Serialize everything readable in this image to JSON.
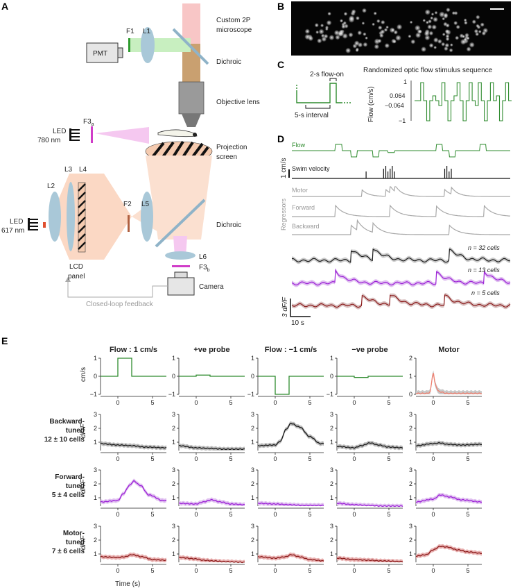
{
  "panel_labels": {
    "a": "A",
    "b": "B",
    "c": "C",
    "d": "D",
    "e": "E"
  },
  "panel_a": {
    "microscope": "Custom 2P microscope",
    "f1": "F1",
    "l1": "L1",
    "pmt": "PMT",
    "dichroic_top": "Dichroic",
    "objective": "Objective lens",
    "f3a_main": "F3",
    "f3a_sub": "a",
    "led780_1": "LED",
    "led780_2": "780 nm",
    "projection_1": "Projection",
    "projection_2": "screen",
    "l2": "L2",
    "l3": "L3",
    "l4": "L4",
    "f2": "F2",
    "l5": "L5",
    "dichroic_bottom": "Dichroic",
    "led617_1": "LED",
    "led617_2": "617 nm",
    "lcd_1": "LCD",
    "lcd_2": "panel",
    "l6": "L6",
    "f3b_main": "F3",
    "f3b_sub": "b",
    "camera": "Camera",
    "feedback": "Closed-loop feedback"
  },
  "panel_c": {
    "flow_on": "2-s flow-on",
    "interval": "5-s interval",
    "seq_title": "Randomized optic flow stimulus sequence",
    "ylabel": "Flow (cm/s)",
    "ticks": [
      "1",
      "0.064",
      "−0.064",
      "−1"
    ]
  },
  "panel_d": {
    "flow": "Flow",
    "scale_velocity": "1 cm/s",
    "swim": "Swim velocity",
    "motor": "Motor",
    "forward": "Forward",
    "backward": "Backward",
    "regressors": "Regressors",
    "n1": "n = 32 cells",
    "n2": "n = 13 cells",
    "n3": "n = 5 cells",
    "scale_dff": "3 dF/F",
    "scale_time": "10 s"
  },
  "panel_e": {
    "columns": [
      "Flow : 1 cm/s",
      "+ve probe",
      "Flow : −1 cm/s",
      "−ve probe",
      "Motor"
    ],
    "rows": [
      {
        "line1": "Backward-",
        "line2": "tuned",
        "line3": "12 ± 10 cells"
      },
      {
        "line1": "Forward-",
        "line2": "tuned",
        "line3": "5 ± 4 cells"
      },
      {
        "line1": "Motor-",
        "line2": "tuned",
        "line3": "7 ± 6 cells"
      }
    ],
    "stim_ylabel": "cm/s",
    "resp_ylabel": "dF/F",
    "xlabel": "Time (s)",
    "x_ticks": [
      "0",
      "5"
    ],
    "stim_yticks": [
      "1",
      "0",
      "−1"
    ],
    "motor_yticks": [
      "2",
      "1",
      "0"
    ],
    "resp_yticks": [
      "3",
      "2",
      "1"
    ]
  },
  "colors": {
    "flow_green": "#2e8b2e",
    "backward_black": "#1a1a1a",
    "forward_purple": "#9b1fd6",
    "motor_red": "#8b1a1a",
    "regressor_gray": "#a8a8a8",
    "motor_pink": "#f08070"
  },
  "chart_data": [
    {
      "type": "line",
      "panel": "C",
      "title": "Randomized optic flow stimulus sequence",
      "ylabel": "Flow (cm/s)",
      "y_ticks": [
        1,
        0.064,
        -0.064,
        -1
      ],
      "values": [
        0,
        0,
        1,
        0,
        -1,
        0,
        0.064,
        0,
        -0.064,
        1,
        0,
        -1,
        0,
        0.064,
        1,
        0,
        -1,
        0,
        1,
        0,
        -0.064,
        1,
        0,
        -1,
        0,
        1,
        0,
        0.064,
        -1,
        0,
        1,
        0
      ]
    },
    {
      "type": "line",
      "panel": "E",
      "xlabel": "Time (s)",
      "xlim": [
        -2.5,
        7
      ],
      "series": [
        {
          "row": "stimulus",
          "column": "Flow : 1 cm/s",
          "x": [
            -2.5,
            0,
            0,
            2,
            2,
            7
          ],
          "y": [
            0,
            0,
            1,
            1,
            0,
            0
          ]
        },
        {
          "row": "stimulus",
          "column": "+ve probe",
          "x": [
            -2.5,
            0,
            0,
            2,
            2,
            7
          ],
          "y": [
            0,
            0,
            0.064,
            0.064,
            0,
            0
          ]
        },
        {
          "row": "stimulus",
          "column": "Flow : −1 cm/s",
          "x": [
            -2.5,
            0,
            0,
            2,
            2,
            7
          ],
          "y": [
            0,
            0,
            -1,
            -1,
            0,
            0
          ]
        },
        {
          "row": "stimulus",
          "column": "−ve probe",
          "x": [
            -2.5,
            0,
            0,
            2,
            2,
            7
          ],
          "y": [
            0,
            0,
            -0.064,
            -0.064,
            0,
            0
          ]
        },
        {
          "row": "stimulus",
          "column": "Motor",
          "x": [
            -2.5,
            -1,
            -0.5,
            0,
            0.3,
            0.8,
            2,
            7
          ],
          "y": [
            0.05,
            0.05,
            0.1,
            1.2,
            0.5,
            0.15,
            0.05,
            0.05
          ]
        },
        {
          "row": "Backward-tuned",
          "column": "Flow : 1 cm/s",
          "x": [
            -2.5,
            0,
            2,
            4,
            7
          ],
          "y": [
            0.9,
            0.8,
            0.75,
            0.65,
            0.6
          ]
        },
        {
          "row": "Backward-tuned",
          "column": "+ve probe",
          "x": [
            -2.5,
            0,
            2,
            4,
            7
          ],
          "y": [
            0.75,
            0.6,
            0.55,
            0.5,
            0.5
          ]
        },
        {
          "row": "Backward-tuned",
          "column": "Flow : −1 cm/s",
          "x": [
            -2.5,
            0,
            0.8,
            1.5,
            2.3,
            3.5,
            5,
            6.5
          ],
          "y": [
            0.75,
            0.8,
            1.1,
            1.9,
            2.35,
            2.1,
            1.4,
            0.9
          ]
        },
        {
          "row": "Backward-tuned",
          "column": "−ve probe",
          "x": [
            -2.5,
            0,
            1,
            2.3,
            3.5,
            5,
            7
          ],
          "y": [
            0.7,
            0.6,
            0.75,
            0.95,
            0.8,
            0.65,
            0.6
          ]
        },
        {
          "row": "Backward-tuned",
          "column": "Motor",
          "x": [
            -2.5,
            0,
            1,
            2,
            4,
            7
          ],
          "y": [
            0.75,
            0.9,
            0.95,
            0.85,
            0.8,
            0.85
          ]
        },
        {
          "row": "Forward-tuned",
          "column": "Flow : 1 cm/s",
          "x": [
            -2.5,
            0,
            0.8,
            1.7,
            2.3,
            3.2,
            4.5,
            6.5
          ],
          "y": [
            0.7,
            0.8,
            1.3,
            1.9,
            2.2,
            1.9,
            1.2,
            0.8
          ]
        },
        {
          "row": "Forward-tuned",
          "column": "+ve probe",
          "x": [
            -2.5,
            0,
            1,
            2.2,
            3.5,
            5,
            7
          ],
          "y": [
            0.6,
            0.55,
            0.7,
            0.85,
            0.7,
            0.55,
            0.5
          ]
        },
        {
          "row": "Forward-tuned",
          "column": "Flow : −1 cm/s",
          "x": [
            -2.5,
            0,
            2,
            4,
            7
          ],
          "y": [
            0.6,
            0.55,
            0.5,
            0.45,
            0.45
          ]
        },
        {
          "row": "Forward-tuned",
          "column": "−ve probe",
          "x": [
            -2.5,
            0,
            2,
            4,
            7
          ],
          "y": [
            0.6,
            0.5,
            0.45,
            0.4,
            0.4
          ]
        },
        {
          "row": "Forward-tuned",
          "column": "Motor",
          "x": [
            -2.5,
            0,
            1,
            2.5,
            4,
            7
          ],
          "y": [
            0.7,
            0.9,
            1.2,
            1.05,
            0.85,
            0.7
          ]
        },
        {
          "row": "Motor-tuned",
          "column": "Flow : 1 cm/s",
          "x": [
            -2.5,
            0,
            1,
            2,
            3.5,
            5,
            7
          ],
          "y": [
            0.8,
            0.75,
            0.8,
            0.95,
            0.8,
            0.6,
            0.55
          ]
        },
        {
          "row": "Motor-tuned",
          "column": "+ve probe",
          "x": [
            -2.5,
            0,
            1,
            2.5,
            4,
            7
          ],
          "y": [
            0.75,
            0.65,
            0.55,
            0.5,
            0.45,
            0.4
          ]
        },
        {
          "row": "Motor-tuned",
          "column": "Flow : −1 cm/s",
          "x": [
            -2.5,
            0,
            1.5,
            2.3,
            3.5,
            5,
            7
          ],
          "y": [
            0.8,
            0.7,
            0.8,
            0.95,
            0.8,
            0.6,
            0.5
          ]
        },
        {
          "row": "Motor-tuned",
          "column": "−ve probe",
          "x": [
            -2.5,
            0,
            2,
            4,
            7
          ],
          "y": [
            0.7,
            0.6,
            0.55,
            0.5,
            0.45
          ]
        },
        {
          "row": "Motor-tuned",
          "column": "Motor",
          "x": [
            -2.5,
            -1,
            0,
            1,
            2,
            3.5,
            5,
            7
          ],
          "y": [
            0.85,
            0.95,
            1.3,
            1.55,
            1.5,
            1.3,
            1.15,
            1.05
          ]
        }
      ]
    }
  ]
}
